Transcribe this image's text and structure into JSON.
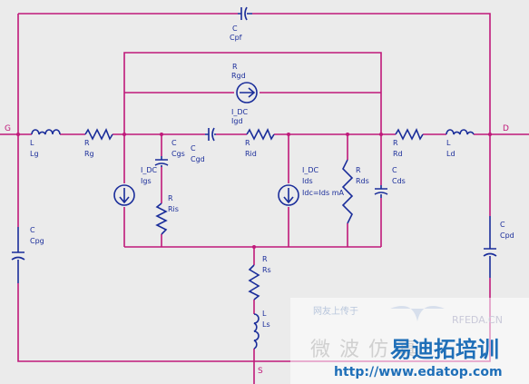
{
  "nodes": {
    "gate": "G",
    "drain": "D",
    "source": "S"
  },
  "components": {
    "cpf": {
      "type": "C",
      "name": "Cpf"
    },
    "rgd": {
      "type": "R",
      "name": "Rgd"
    },
    "igd": {
      "type": "I_DC",
      "name": "Igd"
    },
    "lg": {
      "type": "L",
      "name": "Lg"
    },
    "rg": {
      "type": "R",
      "name": "Rg"
    },
    "cgs": {
      "type": "C",
      "name": "Cgs"
    },
    "cgd": {
      "type": "C",
      "name": "Cgd"
    },
    "rid": {
      "type": "R",
      "name": "Rid"
    },
    "rd": {
      "type": "R",
      "name": "Rd"
    },
    "ld": {
      "type": "L",
      "name": "Ld"
    },
    "igs": {
      "type": "I_DC",
      "name": "Igs"
    },
    "ris": {
      "type": "R",
      "name": "Ris"
    },
    "ids": {
      "type": "I_DC",
      "name": "Ids",
      "value": "Idc=Ids mA"
    },
    "rds": {
      "type": "R",
      "name": "Rds"
    },
    "cds": {
      "type": "C",
      "name": "Cds"
    },
    "cpg": {
      "type": "C",
      "name": "Cpg"
    },
    "cpd": {
      "type": "C",
      "name": "Cpd"
    },
    "rs": {
      "type": "R",
      "name": "Rs"
    },
    "ls": {
      "type": "L",
      "name": "Ls"
    }
  },
  "watermark": {
    "brand": "RFEDA.CN",
    "top_text": "网友上传于",
    "big_text": "微波仿真",
    "cn_logo": "易迪拓培训",
    "url": "http://www.edatop.com"
  }
}
